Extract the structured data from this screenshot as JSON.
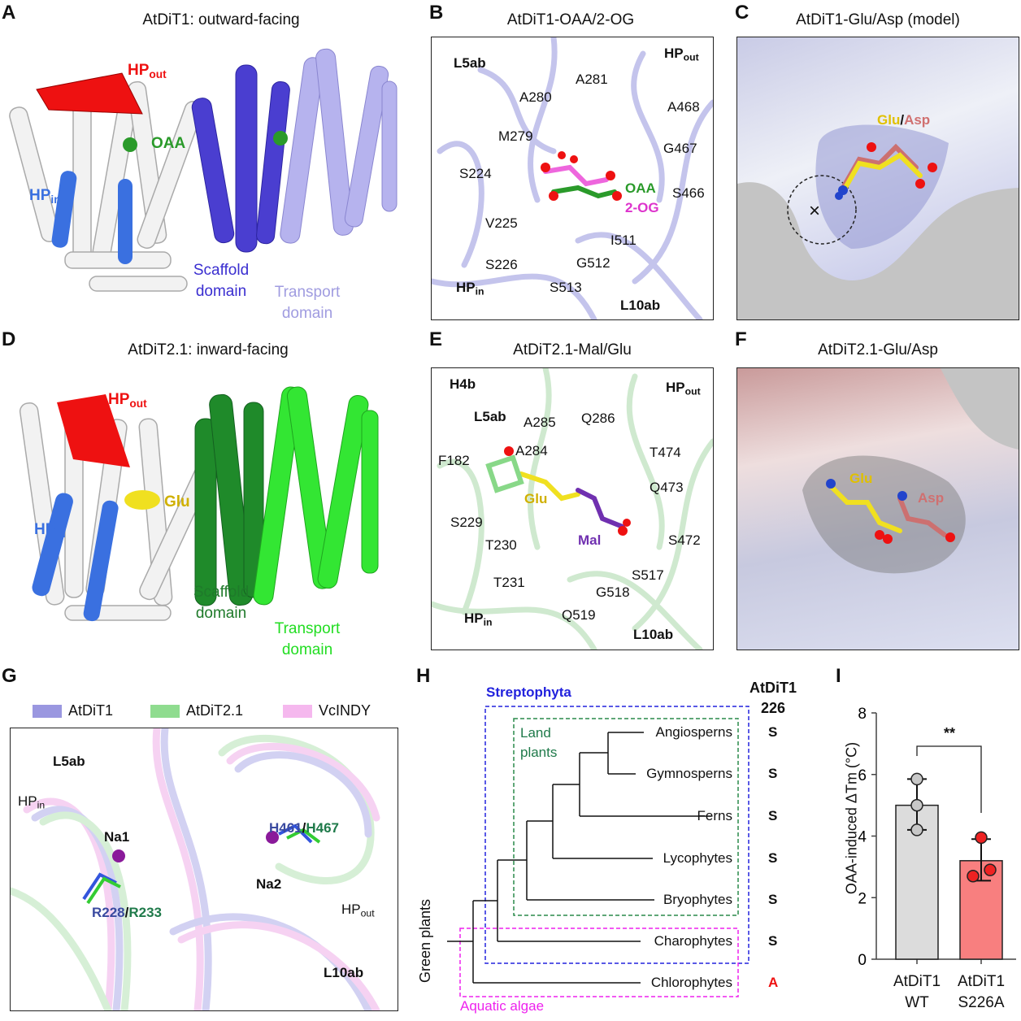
{
  "panels": {
    "A": "A",
    "B": "B",
    "C": "C",
    "D": "D",
    "E": "E",
    "F": "F",
    "G": "G",
    "H": "H",
    "I": "I"
  },
  "a": {
    "title": "AtDiT1: outward-facing",
    "hpout": {
      "main": "HP",
      "sub": "out"
    },
    "oaa": "OAA",
    "hpin": {
      "main": "HP",
      "sub": "in"
    },
    "scaffold": [
      "Scaffold",
      "domain"
    ],
    "transport": [
      "Transport",
      "domain"
    ]
  },
  "b": {
    "title": "AtDiT1-OAA/2-OG",
    "l5ab": "L5ab",
    "hpout": {
      "main": "HP",
      "sub": "out"
    },
    "hpin": {
      "main": "HP",
      "sub": "in"
    },
    "l10ab": "L10ab",
    "residues": [
      "A281",
      "A280",
      "A468",
      "M279",
      "G467",
      "S224",
      "S466",
      "V225",
      "I511",
      "S226",
      "G512",
      "S513"
    ],
    "oaa": "OAA",
    "og": "2-OG"
  },
  "c": {
    "title": "AtDiT1-Glu/Asp (model)",
    "glu": "Glu",
    "slash": "/",
    "asp": "Asp",
    "x": "×"
  },
  "d": {
    "title": "AtDiT2.1: inward-facing",
    "hpout": {
      "main": "HP",
      "sub": "out"
    },
    "glu": "Glu",
    "hpin": {
      "main": "HP",
      "sub": "in"
    },
    "scaffold": [
      "Scaffold",
      "domain"
    ],
    "transport": [
      "Transport",
      "domain"
    ]
  },
  "e": {
    "title": "AtDiT2.1-Mal/Glu",
    "h4b": "H4b",
    "l5ab": "L5ab",
    "hpout": {
      "main": "HP",
      "sub": "out"
    },
    "hpin": {
      "main": "HP",
      "sub": "in"
    },
    "l10ab": "L10ab",
    "residues": [
      "A285",
      "Q286",
      "A284",
      "T474",
      "F182",
      "Q473",
      "S229",
      "S472",
      "T230",
      "S517",
      "T231",
      "G518",
      "Q519"
    ],
    "glu": "Glu",
    "mal": "Mal"
  },
  "f": {
    "title": "AtDiT2.1-Glu/Asp",
    "glu": "Glu",
    "asp": "Asp"
  },
  "g": {
    "legend": [
      "AtDiT1",
      "AtDiT2.1",
      "VcINDY"
    ],
    "legend_colors": [
      "#9a97e0",
      "#8fdc8f",
      "#f5b8ee"
    ],
    "l5ab": "L5ab",
    "hpin": {
      "main": "HP",
      "sub": "in"
    },
    "na1": "Na1",
    "na2": "Na2",
    "h461": "H461",
    "h467": "H467",
    "r228": "R228",
    "r233": "R233",
    "slash": "/",
    "hpout": {
      "main": "HP",
      "sub": "out"
    },
    "l10ab": "L10ab"
  },
  "h": {
    "header": [
      "AtDiT1",
      "226"
    ],
    "streptophyta": "Streptophyta",
    "land": [
      "Land",
      "plants"
    ],
    "aquatic": "Aquatic algae",
    "green": "Green plants",
    "taxa": [
      {
        "name": "Angiosperns",
        "res": "S"
      },
      {
        "name": "Gymnosperns",
        "res": "S"
      },
      {
        "name": "Ferns",
        "res": "S"
      },
      {
        "name": "Lycophytes",
        "res": "S"
      },
      {
        "name": "Bryophytes",
        "res": "S"
      },
      {
        "name": "Charophytes",
        "res": "S"
      },
      {
        "name": "Chlorophytes",
        "res": "A"
      }
    ]
  },
  "chart_data": {
    "type": "bar",
    "categories": [
      [
        "AtDiT1",
        "WT"
      ],
      [
        "AtDiT1",
        "S226A"
      ]
    ],
    "values": [
      5.0,
      3.2
    ],
    "points": [
      [
        5.85,
        5.0,
        4.2
      ],
      [
        3.95,
        2.9,
        2.7
      ]
    ],
    "error": [
      [
        4.2,
        5.85
      ],
      [
        2.55,
        3.9
      ]
    ],
    "colors": [
      "#dcdcdc",
      "#f87f7f"
    ],
    "point_colors": [
      "#c8c8c8",
      "#ee2222"
    ],
    "ylabel": "OAA-induced ΔTm (°C)",
    "ylim": [
      0,
      8
    ],
    "yticks": [
      "0",
      "2",
      "4",
      "6",
      "8"
    ],
    "significance": "**"
  }
}
